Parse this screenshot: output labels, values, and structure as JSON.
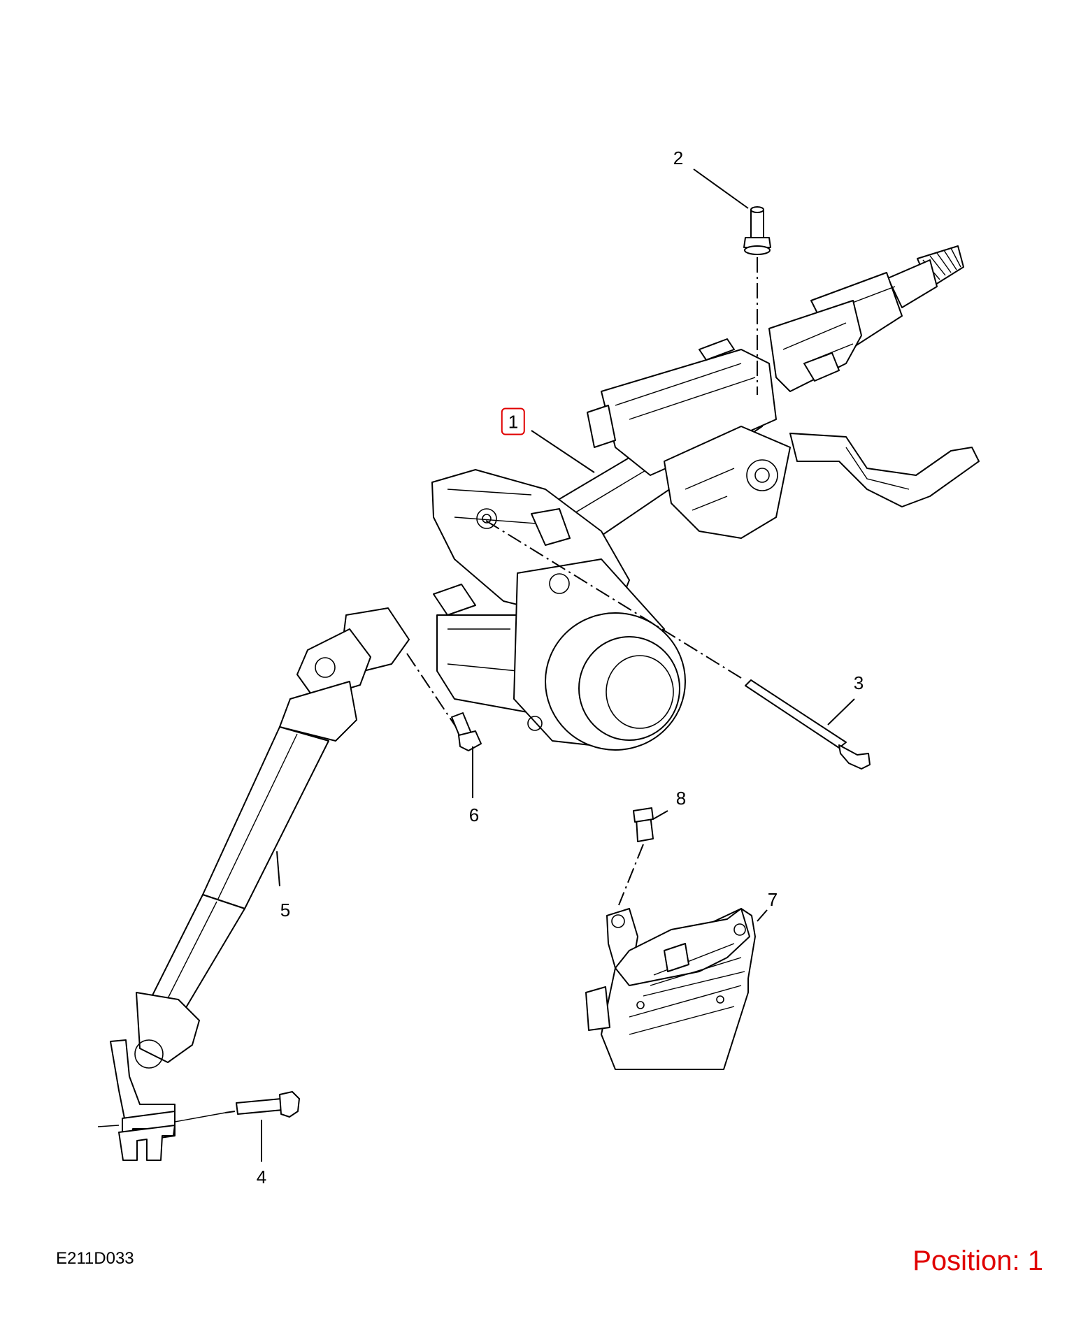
{
  "diagram": {
    "drawing_code": "E211D033",
    "position_label": "Position: 1",
    "selected_color": "#e00000",
    "callouts": [
      {
        "id": "1",
        "text": "1",
        "selected": true
      },
      {
        "id": "2",
        "text": "2",
        "selected": false
      },
      {
        "id": "3",
        "text": "3",
        "selected": false
      },
      {
        "id": "4",
        "text": "4",
        "selected": false
      },
      {
        "id": "5",
        "text": "5",
        "selected": false
      },
      {
        "id": "6",
        "text": "6",
        "selected": false
      },
      {
        "id": "7",
        "text": "7",
        "selected": false
      },
      {
        "id": "8",
        "text": "8",
        "selected": false
      }
    ]
  }
}
